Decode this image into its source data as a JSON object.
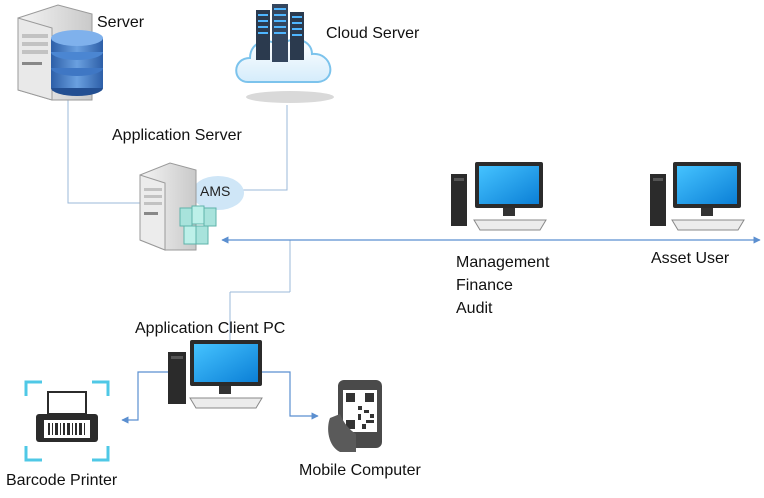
{
  "nodes": {
    "server": {
      "label": "Server",
      "icon": "database-server-icon"
    },
    "cloud_server": {
      "label": "Cloud Server",
      "icon": "cloud-server-icon"
    },
    "application_server": {
      "label": "Application Server",
      "icon": "application-server-icon",
      "badge": "AMS"
    },
    "management_pc": {
      "labels": [
        "Management",
        "Finance",
        "Audit"
      ],
      "icon": "desktop-computer-icon"
    },
    "asset_user_pc": {
      "label": "Asset User",
      "icon": "desktop-computer-icon"
    },
    "application_client_pc": {
      "label": "Application Client PC",
      "icon": "desktop-computer-icon"
    },
    "barcode_printer": {
      "label": "Barcode Printer",
      "icon": "barcode-printer-icon"
    },
    "mobile_computer": {
      "label": "Mobile Computer",
      "icon": "qr-mobile-icon"
    }
  },
  "colors": {
    "connector": "#9bb8d9",
    "arrow": "#5b8fd0",
    "screen": "#1b9ee8",
    "tower": "#2b2b2b",
    "ams_bubble": "#cfe6f7",
    "printer_frame": "#4fc8e6"
  }
}
